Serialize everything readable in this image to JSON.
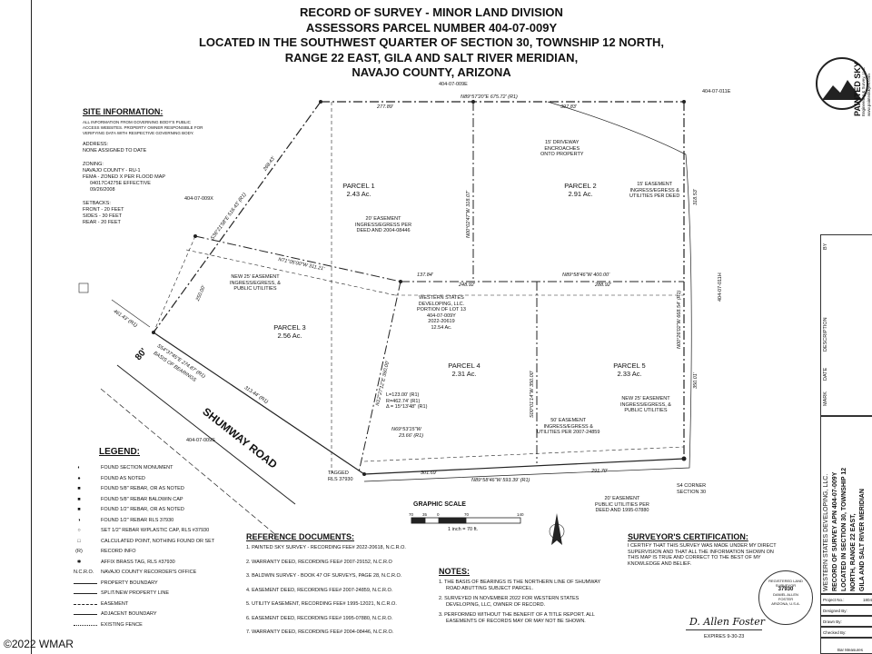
{
  "header": {
    "line1": "RECORD OF SURVEY - MINOR LAND DIVISION",
    "line2": "ASSESSORS PARCEL NUMBER 404-07-009Y",
    "line3": "LOCATED IN THE SOUTHWEST QUARTER OF SECTION 30, TOWNSHIP 12 NORTH,",
    "line4": "RANGE 22 EAST, GILA AND SALT RIVER MERIDIAN,",
    "line5": "NAVAJO COUNTY, ARIZONA"
  },
  "logo": {
    "name": "PAINTED SKY",
    "sub1": "Engineering & Survey, LLC",
    "sub2": "www.paintedskyes.com"
  },
  "site_info": {
    "title": "SITE INFORMATION:",
    "note1": "ALL INFORMATION FROM GOVERNING BODY'S PUBLIC",
    "note2": "ACCESS WEBSITES. PROPERTY OWNER RESPONSIBLE FOR",
    "note3": "VERIFYING DATA WITH RESPECTIVE GOVERNING BODY.",
    "address_label": "ADDRESS:",
    "address": "NONE ASSIGNED TO DATE",
    "zoning_label": "ZONING:",
    "zoning": "NAVAJO COUNTY - RU-1",
    "fema1": "FEMA - ZONED X PER FLOOD MAP",
    "fema2": "04017C4275E EFFECTIVE",
    "fema3": "09/26/2008",
    "setbacks_label": "SETBACKS:",
    "front": "FRONT - 20 FEET",
    "sides": "SIDES - 30 FEET",
    "rear": "REAR - 20 FEET"
  },
  "map": {
    "apn_top": "404-07-009E",
    "apn_top_right": "404-07-011E",
    "apn_left": "404-07-009X",
    "apn_right": "404-07-011H",
    "apn_bottom_left": "404-07-009S",
    "n_line": "N89°57'20\"E 675.72' (R1)",
    "seg_27789": "277.89'",
    "seg_39783": "397.83'",
    "driveway": [
      "15' DRIVEWAY",
      "ENCROACHES",
      "ONTO PROPERTY"
    ],
    "parcel1": "PARCEL 1",
    "parcel1_ac": "2.43 Ac.",
    "parcel2": "PARCEL 2",
    "parcel2_ac": "2.91 Ac.",
    "parcel3": "PARCEL 3",
    "parcel3_ac": "2.56 Ac.",
    "parcel4": "PARCEL 4",
    "parcel4_ac": "2.31 Ac.",
    "parcel5": "PARCEL 5",
    "parcel5_ac": "2.33 Ac.",
    "easement20": [
      "20' EASEMENT",
      "INGRESS/EGRESS PER",
      "DEED AND 2004-08446"
    ],
    "easement15": [
      "15' EASEMENT",
      "INGRESS/EGRESS &",
      "UTILITIES PER DEED"
    ],
    "easement25w": [
      "NEW 25' EASEMENT",
      "INGRESS/EGRESS, &",
      "PUBLIC UTILITIES"
    ],
    "easement25e": [
      "NEW 25' EASEMENT",
      "INGRESS/EGRESS, &",
      "PUBLIC UTILITIES"
    ],
    "easement50": [
      "50' EASEMENT",
      "INGRESS/EGRESS &",
      "UTILITIES PER 2007-24859"
    ],
    "easement20s": [
      "20' EASEMENT",
      "PUBLIC UTILITIES PER",
      "DEED AND 1995-07880"
    ],
    "western": [
      "WESTERN STATES",
      "DEVELOPING, LLC.",
      "PORTION OF LOT 13",
      "404-07-009Y",
      "2022-20619",
      "12.54 Ac."
    ],
    "n71": "N71°05'00\"W 311.21'",
    "s36": "S36°21'58\"E 516.43' (R1)",
    "seg_26843": "268.43'",
    "seg_25000": "250.00'",
    "seg_46143": "461.43' (R1)",
    "s54": "S54°37'45\"E 274.87' (R1)",
    "seg_31344": "313.44' (R1)",
    "basis": "BASIS OF BEARINGS",
    "road": "SHUMWAY ROAD",
    "road_w": "80'",
    "n00_318": "N00°02'47\"W 318.07'",
    "seg_13784": "137.84'",
    "seg_24892": "248.92'",
    "n89_400": "N89°58'46\"W 400.00'",
    "seg_28892": "288.92'",
    "n12": "N12°27'12\"E 360.00'",
    "s00_350": "S00°01'14\"W 350.00'",
    "n00_668": "N00°26'02\"W 668.54' (R1)",
    "seg_31853": "318.53'",
    "seg_35001": "350.01'",
    "curve_l": "L=123.00' (R1)",
    "curve_r": "R=462.74' (R1)",
    "curve_d": "Δ = 15°13'48\" (R1)",
    "n69": "N69°53'15\"W",
    "n69_len": "23.66' (R1)",
    "seg_30169": "301.69'",
    "s_line": "N89°58'46\"W 593.39' (R1)",
    "seg_29170": "291.70'",
    "tagged1": "TAGGED",
    "tagged2": "RLS 37930",
    "s4_1": "S4 CORNER",
    "s4_2": "SECTION 30"
  },
  "legend": {
    "title": "LEGEND:",
    "items": [
      {
        "sym": "◐",
        "text": "FOUND SECTION MONUMENT"
      },
      {
        "sym": "●",
        "text": "FOUND AS NOTED"
      },
      {
        "sym": "■",
        "text": "FOUND 5/8\" REBAR, OR AS NOTED"
      },
      {
        "sym": "■",
        "text": "FOUND 5/8\" REBAR BALDWIN CAP"
      },
      {
        "sym": "■",
        "text": "FOUND 1/2\" REBAR, OR AS NOTED"
      },
      {
        "sym": "◑",
        "text": "FOUND 1/2\" REBAR RLS 37930"
      },
      {
        "sym": "○",
        "text": "SET 1/2\" REBAR W/PLASTIC CAP, RLS #37930"
      },
      {
        "sym": "□",
        "text": "CALCULATED POINT, NOTHING FOUND OR SET"
      },
      {
        "sym": "(R)",
        "text": "RECORD INFO"
      },
      {
        "sym": "✱",
        "text": "AFFIX BRASS TAG, RLS #37930"
      },
      {
        "sym": "N.C.R.O.",
        "text": "NAVAJO COUNTY RECORDER'S OFFICE"
      },
      {
        "sym": "",
        "text": "PROPERTY BOUNDARY"
      },
      {
        "sym": "",
        "text": "SPLIT/NEW PROPERTY LINE"
      },
      {
        "sym": "",
        "text": "EASEMENT"
      },
      {
        "sym": "",
        "text": "ADJACENT BOUNDARY"
      },
      {
        "sym": "",
        "text": "EXISTING FENCE"
      }
    ]
  },
  "references": {
    "title": "REFERENCE DOCUMENTS:",
    "items": [
      "1. PAINTED SKY SURVEY - RECORDING FEE# 2022-20618, N.C.R.O.",
      "2. WARRANTY DEED, RECORDING FEE# 2007-29152, N.C.R.O",
      "3. BALDWIN SURVEY - BOOK 47 OF SURVEYS, PAGE 28, N.C.R.O.",
      "4. EASEMENT DEED, RECORDING FEE# 2007-24859, N.C.R.O.",
      "5. UTILITY EASEMENT, RECORDING FEE# 1995-12021, N.C.R.O.",
      "6. EASEMENT DEED, RECORDING FEE# 1995-07880, N.C.R.O.",
      "7. WARRANTY DEED, RECORDING FEE# 2004-08446, N.C.R.O."
    ]
  },
  "notes": {
    "title": "NOTES:",
    "items": [
      [
        "1. THE BASIS OF BEARINGS IS THE NORTHERN LINE OF SHUMWAY",
        "ROAD ABUTTING SUBJECT PARCEL."
      ],
      [
        "2. SURVEYED IN NOVEMBER 2022 FOR WESTERN STATES",
        "DEVELOPING, LLC, OWNER OF RECORD."
      ],
      [
        "3. PERFORMED WITHOUT THE BENEFIT OF A TITLE REPORT. ALL",
        "EASEMENTS OF RECORDS MAY OR MAY NOT BE SHOWN."
      ]
    ]
  },
  "scale": {
    "title": "GRAPHIC SCALE",
    "ticks": [
      "70",
      "35",
      "0",
      "70",
      "140"
    ],
    "caption": "1 inch = 70 ft."
  },
  "certification": {
    "title": "SURVEYOR'S CERTIFICATION:",
    "text": [
      "I CERTIFY THAT THIS SURVEY WAS MADE UNDER MY DIRECT",
      "SUPERVISION AND THAT ALL THE INFORMATION SHOWN ON",
      "THIS MAP IS TRUE AND CORRECT TO THE BEST OF MY",
      "KNOWLEDGE AND BELIEF."
    ],
    "signature": "D. Allen Foster",
    "expires": "EXPIRES 9-30-23",
    "seal_top": "REGISTERED LAND SURVEYOR",
    "seal_num": "37930",
    "seal_name1": "DANIEL ALLEN",
    "seal_name2": "FOSTER",
    "seal_state": "ARIZONA, U.S.A."
  },
  "title_block": {
    "rev_by": "BY",
    "rev_desc": "DESCRIPTION",
    "rev_date": "DATE",
    "rev_mark": "MARK",
    "client": "WESTERN STATES DEVELOPING, LLC.",
    "sheet1": "RECORD OF SURVEY APN 404-07-009Y",
    "sheet2": "LOCATED IN SECTION 30, TOWNSHIP 12",
    "sheet3": "NORTH, RANGE 22 EAST,",
    "sheet4": "GILA AND SALT RIVER MERIDIAN",
    "project_no": "Project No.:",
    "project_val": "1804",
    "designed": "Designed By:",
    "drawn": "Drawn By:",
    "checked": "Checked By:",
    "bar": "Bar Measures"
  },
  "watermark": "©2022 WMAR"
}
